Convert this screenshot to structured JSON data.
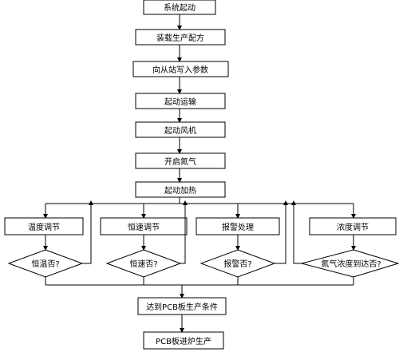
{
  "flow": {
    "steps": {
      "start": "系统起动",
      "load_recipe": "装载生产配方",
      "write_params": "向从站写入参数",
      "start_conveyor": "起动运输",
      "start_fan": "起动风机",
      "open_nitrogen": "开启氮气",
      "start_heating": "起动加热"
    },
    "branches": {
      "temp_adjust": "温度调节",
      "temp_check": "恒温否?",
      "speed_adjust": "恒速调节",
      "speed_check": "恒速否?",
      "alarm_handle": "报警处理",
      "alarm_check": "报警否?",
      "concentration_adjust": "浓度调节",
      "concentration_check": "氮气浓度到达否?"
    },
    "end": {
      "conditions_met": "达到PCB板生产条件",
      "pcb_in": "PCB板进炉生产"
    }
  }
}
